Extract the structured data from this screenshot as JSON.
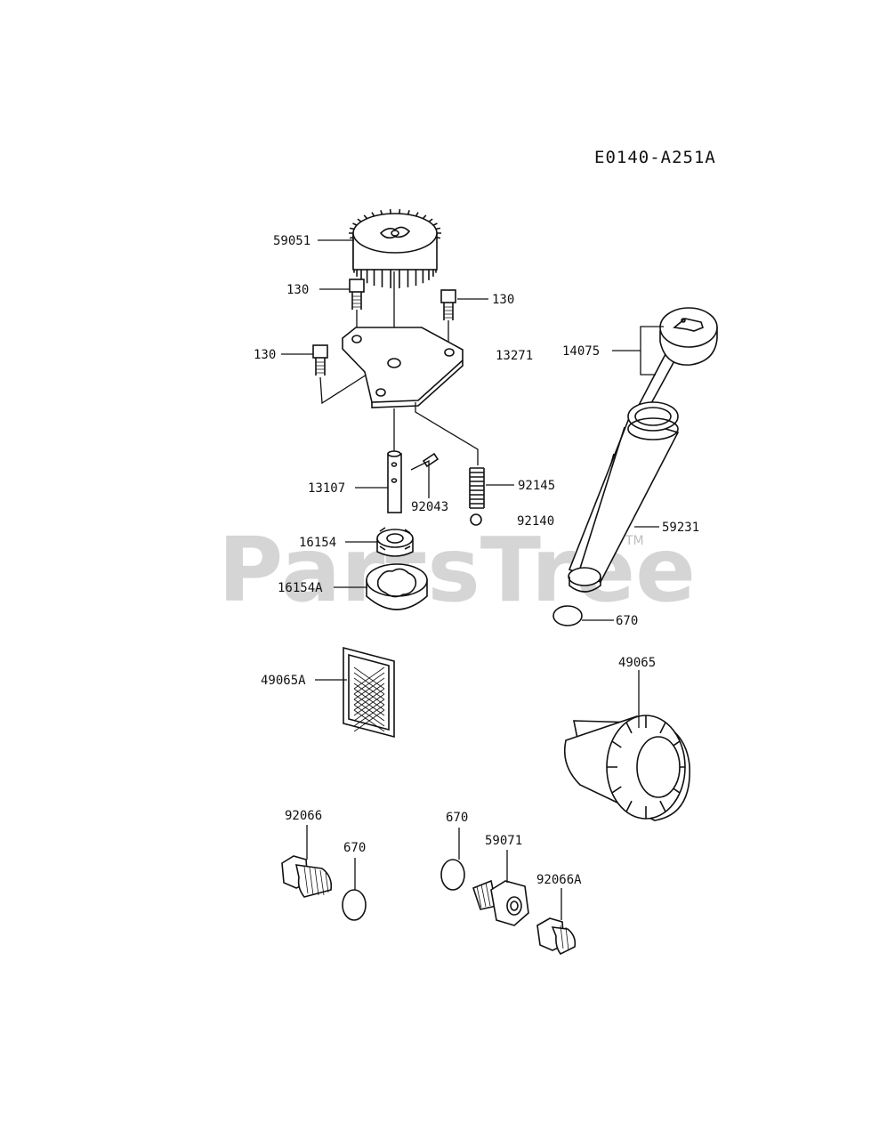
{
  "diagram_code": "E0140-A251A",
  "watermark": "PartsTree",
  "watermark_tm": "TM",
  "parts": {
    "p59051": "59051",
    "p130_a": "130",
    "p130_b": "130",
    "p130_c": "130",
    "p13271": "13271",
    "p14075": "14075",
    "p13107": "13107",
    "p92043": "92043",
    "p92145": "92145",
    "p92140": "92140",
    "p59231": "59231",
    "p16154": "16154",
    "p16154A": "16154A",
    "p670_a": "670",
    "p49065A": "49065A",
    "p49065": "49065",
    "p92066": "92066",
    "p670_b": "670",
    "p670_c": "670",
    "p59071": "59071",
    "p92066A": "92066A"
  }
}
